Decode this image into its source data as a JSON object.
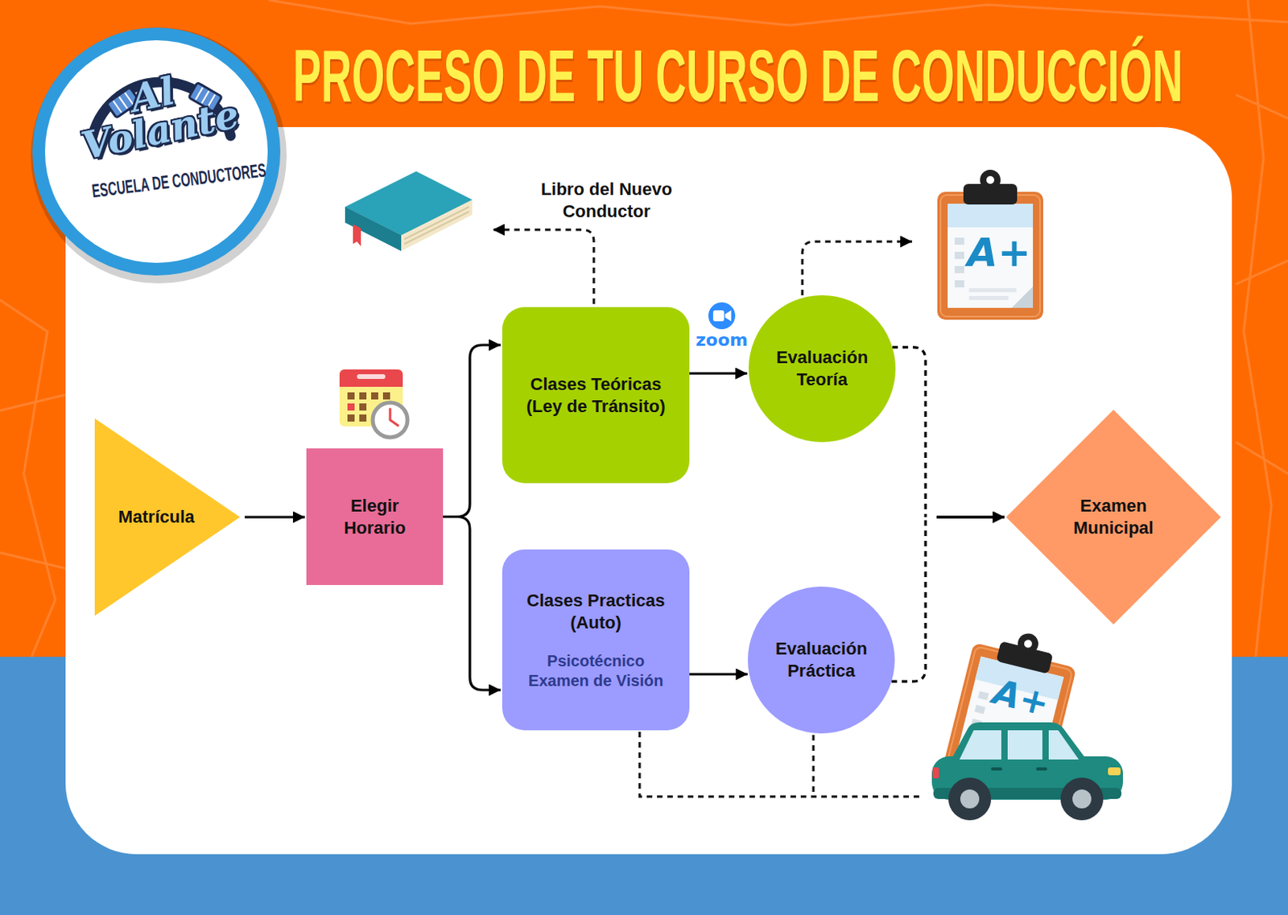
{
  "diagram": {
    "title": "PROCESO DE TU CURSO DE CONDUCCIÓN",
    "nodes": [
      {
        "text": [
          "Matrícula"
        ]
      },
      {
        "text": [
          "Elegir Horario"
        ]
      },
      {
        "text": [
          "Clases Teóricas (Ley de Tránsito)"
        ]
      },
      {
        "text": [
          "Evaluación Teoría"
        ]
      },
      {
        "text": [
          "Clases Practicas (Auto)",
          "Psicotécnico Examen de Visión"
        ]
      },
      {
        "text": [
          "Evaluación Práctica"
        ]
      },
      {
        "text": [
          "Examen Municipal"
        ]
      }
    ],
    "edges": [
      {
        "from": 0,
        "to": 1,
        "arrow": "to"
      },
      {
        "from": 1,
        "to": 2,
        "arrow": "to"
      },
      {
        "from": 1,
        "to": 4,
        "arrow": "to"
      },
      {
        "from": 2,
        "to": 3,
        "arrow": "to"
      },
      {
        "from": 4,
        "to": 5,
        "arrow": "to"
      },
      {
        "from": 3,
        "to": 6,
        "arrow": "to"
      },
      {
        "from": 5,
        "to": 6,
        "arrow": "to"
      }
    ],
    "labels": [
      "Al Volante",
      "ESCUELA DE CONDUCTORES",
      "Libro del Nuevo Conductor",
      "zoom",
      "A+",
      "A+"
    ]
  }
}
